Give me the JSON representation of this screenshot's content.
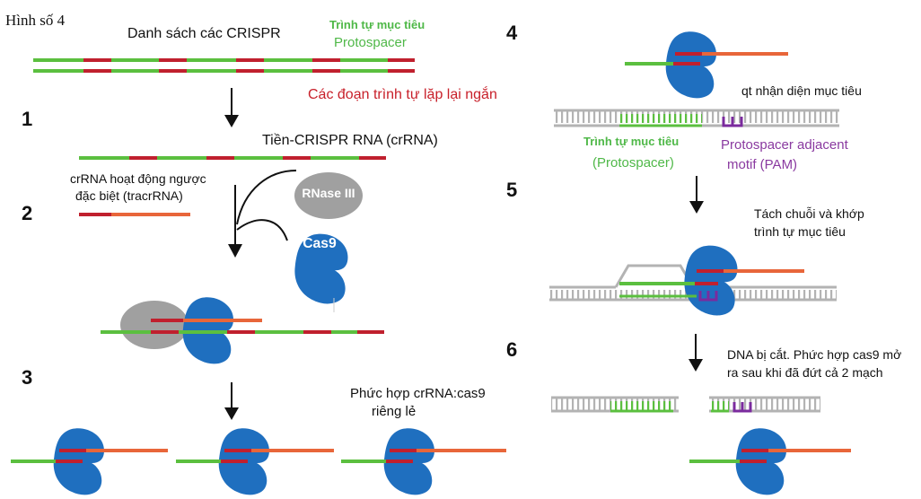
{
  "figure_label": "Hình số 4",
  "steps": {
    "s1": "1",
    "s2": "2",
    "s3": "3",
    "s4": "4",
    "s5": "5",
    "s6": "6"
  },
  "labels": {
    "crispr_list": "Danh sách các CRISPR",
    "target_seq": "Trình tự mục tiêu",
    "protospacer": "Protospacer",
    "short_repeats": "Các đoạn trình tự lặp lại ngắn",
    "pre_crrna": "Tiền-CRISPR RNA (crRNA)",
    "tracr_line1": "crRNA hoạt động ngược",
    "tracr_line2": "đặc biệt (tracrRNA)",
    "rnase": "RNase III",
    "cas9": "Cas9",
    "complex_line1": "Phức hợp crRNA:cas9",
    "complex_line2": "riêng lẻ",
    "qt_recognition": "qt nhận diện mục tiêu",
    "target_seq_b": "Trình tự mục tiêu",
    "protospacer_paren": "(Protospacer)",
    "pam_line1": "Protospacer adjacent",
    "pam_line2": "motif (PAM)",
    "separate_line1": "Tách chuỗi và khớp",
    "separate_line2": "trình tự mục tiêu",
    "cut_line1": "DNA bị cắt. Phức hợp cas9 mở",
    "cut_line2": "ra sau khi đã đứt cả 2 mạch"
  },
  "colors": {
    "green": "#5bbf3f",
    "red": "#c0202e",
    "orange": "#e8663a",
    "blue": "#1f6fbf",
    "gray": "#a0a0a0",
    "purple": "#7b2b9e",
    "label_green": "#4fb848",
    "label_red": "#c8202a",
    "label_purple": "#8a3aa0"
  },
  "icons": {
    "arrow": "down-arrow-icon",
    "cas9": "cas9-protein-icon",
    "rnase": "rnase-iii-icon",
    "dna": "double-strand-dna-icon"
  }
}
